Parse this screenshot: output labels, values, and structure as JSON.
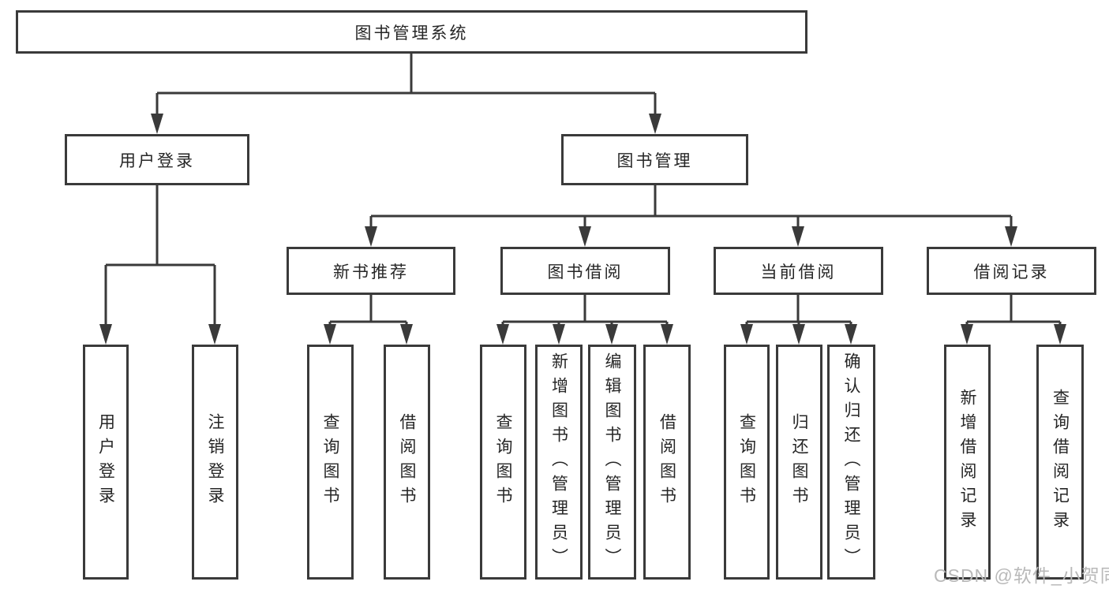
{
  "diagram": {
    "title": "图书管理系统",
    "tree": {
      "label": "图书管理系统",
      "children": [
        {
          "label": "用户登录",
          "children": [
            {
              "label": "用户登录"
            },
            {
              "label": "注销登录"
            }
          ]
        },
        {
          "label": "图书管理",
          "children": [
            {
              "label": "新书推荐",
              "children": [
                {
                  "label": "查询图书"
                },
                {
                  "label": "借阅图书"
                }
              ]
            },
            {
              "label": "图书借阅",
              "children": [
                {
                  "label": "查询图书"
                },
                {
                  "label": "新增图书（管理员）"
                },
                {
                  "label": "编辑图书（管理员）"
                },
                {
                  "label": "借阅图书"
                }
              ]
            },
            {
              "label": "当前借阅",
              "children": [
                {
                  "label": "查询图书"
                },
                {
                  "label": "归还图书"
                },
                {
                  "label": "确认归还（管理员）"
                }
              ]
            },
            {
              "label": "借阅记录",
              "children": [
                {
                  "label": "新增借阅记录"
                },
                {
                  "label": "查询借阅记录"
                }
              ]
            }
          ]
        }
      ]
    },
    "watermark": {
      "text": "CSDN @软件_小贺同学",
      "color": "#b9b9b9"
    },
    "colors": {
      "line": "#3a3a3a",
      "box_border": "#3a3a3a",
      "box_background": "#ffffff",
      "text": "#262626",
      "page_background": "#ffffff"
    }
  }
}
